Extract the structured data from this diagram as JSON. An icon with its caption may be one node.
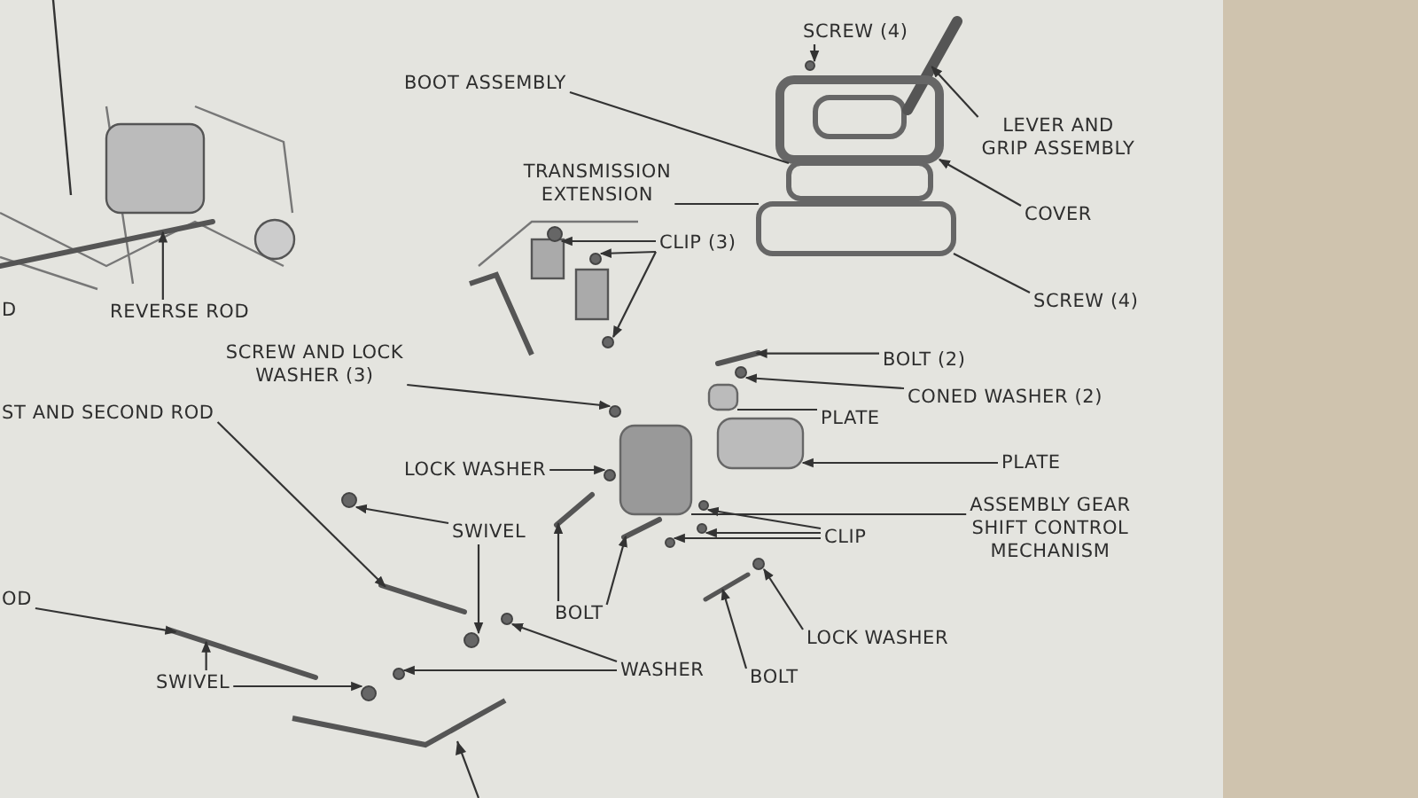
{
  "diagram": {
    "nodes": [
      {
        "text": [
          "BOOT ASSEMBLY"
        ]
      },
      {
        "text": [
          "SCREW (4)"
        ]
      },
      {
        "text": [
          "LEVER AND GRIP ASSEMBLY"
        ]
      },
      {
        "text": [
          "COVER"
        ]
      },
      {
        "text": [
          "TRANSMISSION EXTENSION"
        ]
      },
      {
        "text": [
          "CLIP (3)"
        ]
      },
      {
        "text": [
          "SCREW (4)"
        ]
      },
      {
        "text": [
          "REVERSE ROD"
        ]
      },
      {
        "text": [
          "BOLT (2)"
        ]
      },
      {
        "text": [
          "CONED WASHER (2)"
        ]
      },
      {
        "text": [
          "SCREW AND LOCK WASHER (3)"
        ]
      },
      {
        "text": [
          "PLATE"
        ]
      },
      {
        "text": [
          "ST AND SECOND ROD"
        ]
      },
      {
        "text": [
          "PLATE"
        ]
      },
      {
        "text": [
          "LOCK WASHER"
        ]
      },
      {
        "text": [
          "ASSEMBLY GEAR SHIFT CONTROL MECHANISM"
        ]
      },
      {
        "text": [
          "SWIVEL"
        ]
      },
      {
        "text": [
          "CLIP"
        ]
      },
      {
        "text": [
          "OD"
        ]
      },
      {
        "text": [
          "BOLT"
        ]
      },
      {
        "text": [
          "LOCK WASHER"
        ]
      },
      {
        "text": [
          "WASHER"
        ]
      },
      {
        "text": [
          "SWIVEL"
        ]
      },
      {
        "text": [
          "BOLT"
        ]
      },
      {
        "text": [],
        "shape": "bar"
      },
      {
        "text": [],
        "shape": "box"
      },
      {
        "text": [],
        "shape": "circle"
      },
      {
        "text": [],
        "shape": "box"
      },
      {
        "text": [],
        "shape": "circle"
      },
      {
        "text": [],
        "shape": "bar"
      },
      {
        "text": [],
        "shape": "bar"
      },
      {
        "text": [],
        "shape": "circle"
      },
      {
        "text": [],
        "shape": "box"
      },
      {
        "text": [],
        "shape": "circle"
      },
      {
        "text": [],
        "shape": "box"
      },
      {
        "text": [],
        "shape": "circle"
      },
      {
        "text": [],
        "shape": "circle"
      },
      {
        "text": [],
        "shape": "bar"
      },
      {
        "text": [],
        "shape": "bar"
      },
      {
        "text": [],
        "shape": "circle"
      },
      {
        "text": [],
        "shape": "circle"
      },
      {
        "text": [],
        "shape": "box"
      },
      {
        "text": [],
        "shape": "bar"
      },
      {
        "text": [],
        "shape": "circle"
      },
      {
        "text": [],
        "shape": "box"
      },
      {
        "text": [],
        "shape": "circle"
      },
      {
        "text": [],
        "shape": "circle"
      },
      {
        "text": [],
        "shape": "circle"
      },
      {
        "text": [],
        "shape": "circle"
      },
      {
        "text": [],
        "shape": "bar"
      },
      {
        "text": [],
        "shape": "circle"
      },
      {
        "text": [],
        "shape": "circle"
      },
      {
        "text": [],
        "shape": "circle"
      },
      {
        "text": [],
        "shape": "bar"
      }
    ],
    "edges": [
      {
        "from": 0,
        "to": 32,
        "arrow": "none"
      },
      {
        "from": 1,
        "to": 33,
        "arrow": "to"
      },
      {
        "from": 2,
        "to": 24,
        "arrow": "to"
      },
      {
        "from": 3,
        "to": 25,
        "arrow": "to"
      },
      {
        "from": 4,
        "to": 34,
        "arrow": "none"
      },
      {
        "from": 5,
        "to": 26,
        "arrow": "to"
      },
      {
        "from": 5,
        "to": 35,
        "arrow": "to"
      },
      {
        "from": 5,
        "to": 36,
        "arrow": "to"
      },
      {
        "from": 6,
        "to": 34,
        "arrow": "none"
      },
      {
        "from": 7,
        "to": 37,
        "arrow": "to"
      },
      {
        "from": 8,
        "to": 38,
        "arrow": "to"
      },
      {
        "from": 9,
        "to": 39,
        "arrow": "to"
      },
      {
        "from": 10,
        "to": 40,
        "arrow": "to"
      },
      {
        "from": 11,
        "to": 41,
        "arrow": "none"
      },
      {
        "from": 12,
        "to": 42,
        "arrow": "to"
      },
      {
        "from": 13,
        "to": 27,
        "arrow": "to"
      },
      {
        "from": 14,
        "to": 43,
        "arrow": "to"
      },
      {
        "from": 15,
        "to": 44,
        "arrow": "none"
      },
      {
        "from": 16,
        "to": 28,
        "arrow": "to"
      },
      {
        "from": 16,
        "to": 45,
        "arrow": "to"
      },
      {
        "from": 17,
        "to": 46,
        "arrow": "to"
      },
      {
        "from": 17,
        "to": 47,
        "arrow": "to"
      },
      {
        "from": 17,
        "to": 48,
        "arrow": "to"
      },
      {
        "from": 18,
        "to": 29,
        "arrow": "to"
      },
      {
        "from": 19,
        "to": 30,
        "arrow": "to"
      },
      {
        "from": 19,
        "to": 49,
        "arrow": "to"
      },
      {
        "from": 20,
        "to": 50,
        "arrow": "to"
      },
      {
        "from": 21,
        "to": 31,
        "arrow": "to"
      },
      {
        "from": 21,
        "to": 51,
        "arrow": "to"
      },
      {
        "from": 22,
        "to": 52,
        "arrow": "to"
      },
      {
        "from": 22,
        "to": 29,
        "arrow": "to"
      },
      {
        "from": 23,
        "to": 53,
        "arrow": "to"
      }
    ],
    "labels": [
      "D"
    ]
  }
}
